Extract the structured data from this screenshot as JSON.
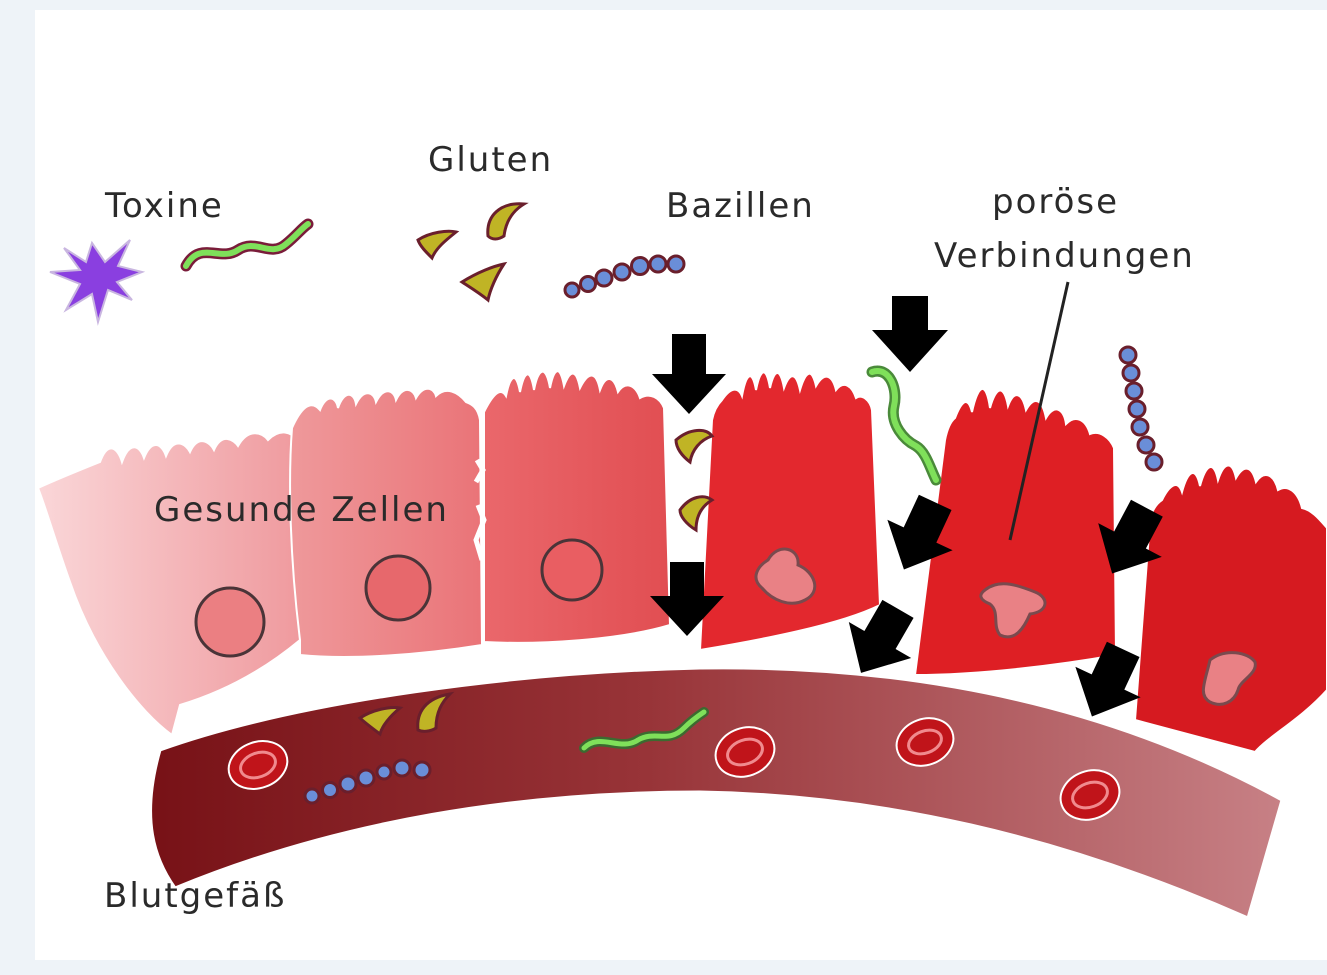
{
  "labels": {
    "toxine": "Toxine",
    "gluten": "Gluten",
    "bazillen": "Bazillen",
    "poroese_line1": "poröse",
    "poroese_line2": "Verbindungen",
    "gesunde_zellen": "Gesunde Zellen",
    "blutgefaess": "Blutgefäß"
  },
  "colors": {
    "background": "#eef3f8",
    "toxin": "#8a3fe0",
    "gluten": "#c0b425",
    "bacillus": "#7ce05a",
    "coccus": "#6a8ed8",
    "arrow": "#000000",
    "vessel_dark": "#7a1115",
    "vessel_light": "#c27c80"
  }
}
